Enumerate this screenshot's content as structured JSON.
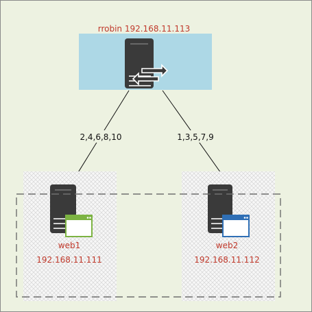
{
  "balancer": {
    "label": "rrobin 192.168.11.113",
    "icon": "server-balancer-icon",
    "box_color": "#add8e6"
  },
  "edges": [
    {
      "label": "2,4,6,8,10",
      "target": "web1"
    },
    {
      "label": "1,3,5,7,9",
      "target": "web2"
    }
  ],
  "servers": [
    {
      "name": "web1",
      "ip": "192.168.11.111",
      "icon": "server-web-icon",
      "window_color": "#7cb342"
    },
    {
      "name": "web2",
      "ip": "192.168.11.112",
      "icon": "server-web-icon",
      "window_color": "#2f6fb5"
    }
  ],
  "colors": {
    "background": "#edf2e1",
    "label_text": "#c0392b",
    "server_body": "#3a3a3a"
  }
}
